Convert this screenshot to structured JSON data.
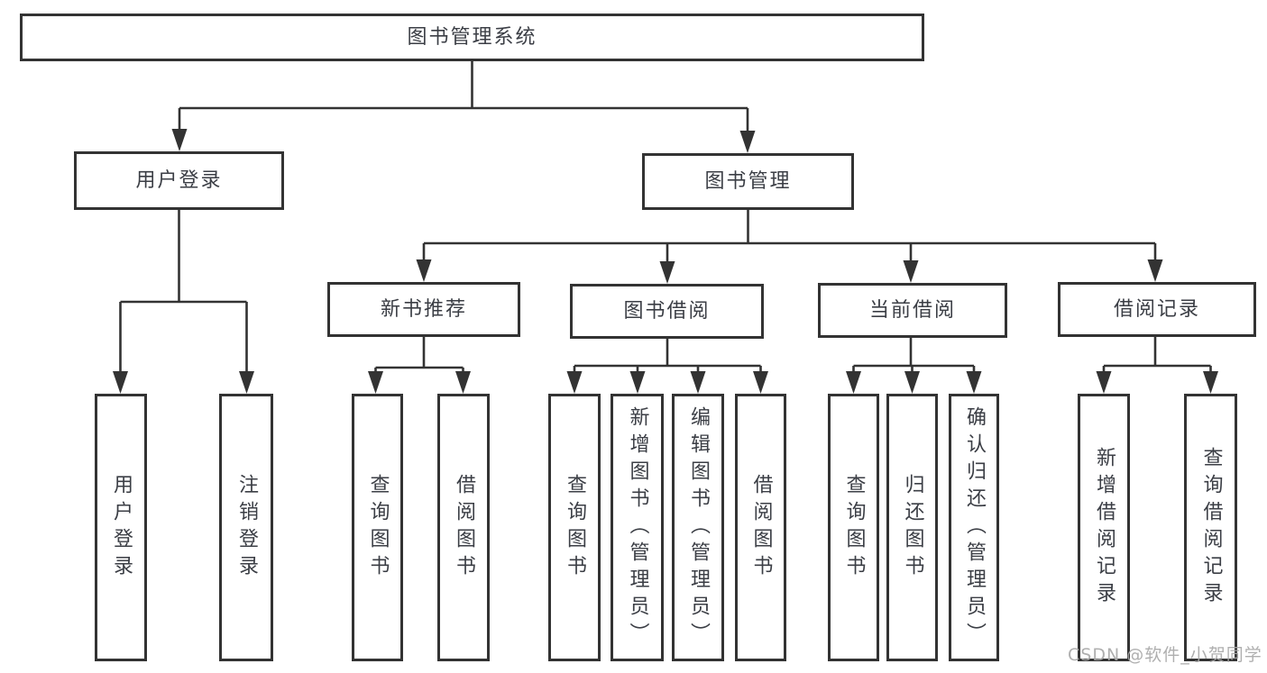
{
  "nodes": {
    "root": "图书管理系统",
    "user_login": "用户登录",
    "book_management": "图书管理",
    "new_book_recommendation": "新书推荐",
    "book_borrowing": "图书借阅",
    "current_borrowing": "当前借阅",
    "borrowing_records": "借阅记录",
    "leaf_user_login": "用户登录",
    "leaf_logout": "注销登录",
    "leaf_newbook_query_books": "查询图书",
    "leaf_newbook_borrow_books": "借阅图书",
    "leaf_borrow_query_books": "查询图书",
    "leaf_borrow_add_books_admin": "新增图书（管理员）",
    "leaf_borrow_edit_books_admin": "编辑图书（管理员）",
    "leaf_borrow_borrow_books": "借阅图书",
    "leaf_current_query_books": "查询图书",
    "leaf_current_return_books": "归还图书",
    "leaf_current_confirm_return_admin": "确认归还（管理员）",
    "leaf_records_add_record": "新增借阅记录",
    "leaf_records_query_record": "查询借阅记录"
  },
  "watermark": "CSDN @软件_小贺同学",
  "colors": {
    "line": "#333333",
    "text": "#3b3e45",
    "watermark": "#a9a9a9",
    "background": "#ffffff"
  }
}
